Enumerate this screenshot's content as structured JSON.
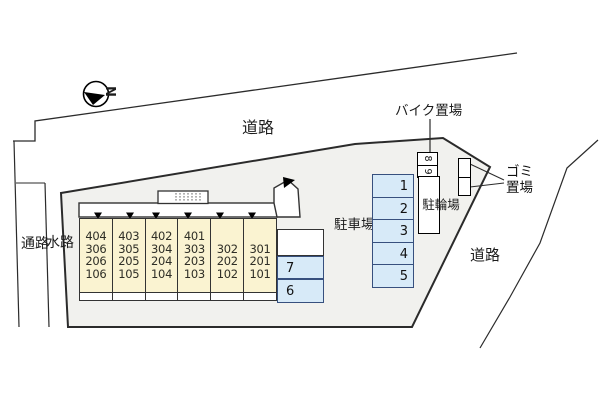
{
  "colors": {
    "site_fill": "#f1f1ee",
    "outline": "#2b2b2b",
    "unit_fill": "#faf3d1",
    "parking_fill": "#d7eaf8",
    "parking_border": "#37507e"
  },
  "compass": {
    "north_label": "N"
  },
  "roads": {
    "top_label": "道路",
    "right_label": "道路"
  },
  "left_strips": {
    "passage_label": "通路",
    "waterway_label": "水路"
  },
  "parking_lot": {
    "label": "駐車場",
    "spaces": [
      "1",
      "2",
      "3",
      "4",
      "5"
    ],
    "spaces_near_building": [
      "7",
      "6"
    ]
  },
  "bike_area": {
    "label": "バイク置場",
    "spaces": [
      "8",
      "9"
    ]
  },
  "bicycle_area": {
    "label": "駐輪場"
  },
  "garbage_area": {
    "label_line1": "ゴミ",
    "label_line2": "置場"
  },
  "building": {
    "columns": [
      {
        "units": [
          "404",
          "306",
          "206",
          "106"
        ]
      },
      {
        "units": [
          "403",
          "305",
          "205",
          "105"
        ]
      },
      {
        "units": [
          "402",
          "304",
          "204",
          "104"
        ]
      },
      {
        "units": [
          "401",
          "303",
          "203",
          "103"
        ]
      },
      {
        "units": [
          "",
          "302",
          "202",
          "102"
        ]
      },
      {
        "units": [
          "",
          "301",
          "201",
          "101"
        ]
      }
    ]
  }
}
